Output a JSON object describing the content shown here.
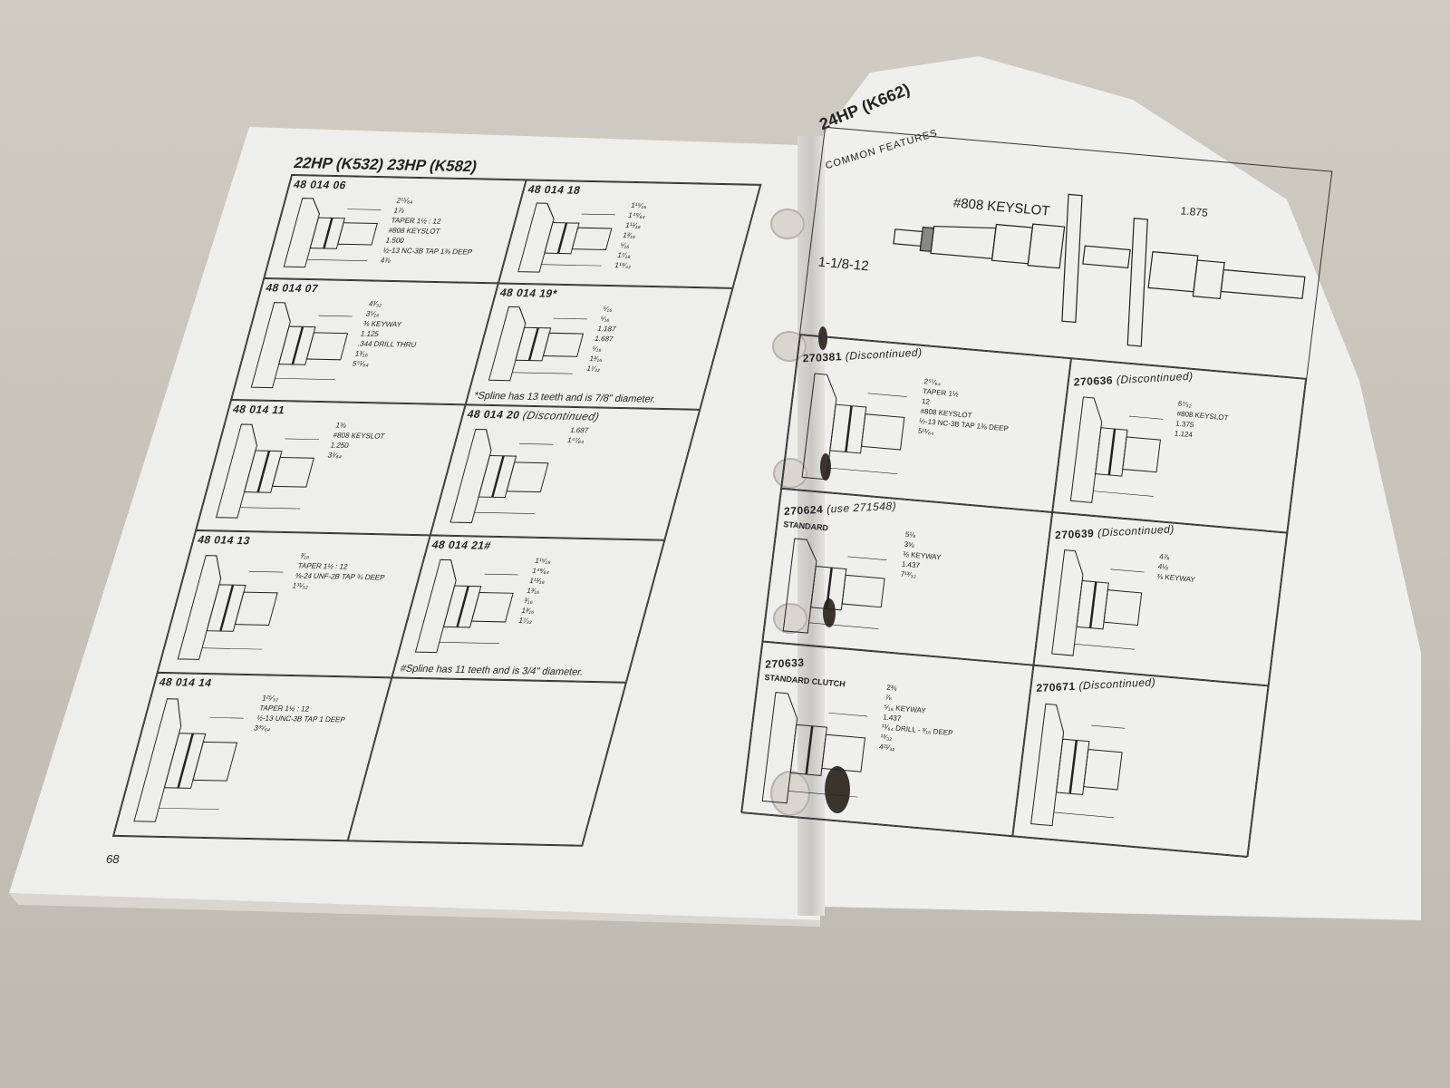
{
  "left_page": {
    "title": "22HP (K532) 23HP (K582)",
    "page_number": "68",
    "cells": [
      {
        "part": "48 014 06",
        "dims": [
          "2¹⁵⁄₆₄",
          "1⅞",
          "TAPER 1½ : 12",
          "#808 KEYSLOT",
          "1.500",
          "½-13 NC-3B TAP 1⅜ DEEP",
          "4⅞"
        ]
      },
      {
        "part": "48 014 18",
        "dims": [
          "1¹⁵⁄₁₆",
          "1⁴⁹⁄₆₄",
          "1¹¹⁄₁₆",
          "1³⁄₁₆",
          "⁵⁄₁₆",
          "1⁷⁄₁₆",
          "1¹⁹⁄₃₂"
        ]
      },
      {
        "part": "48 014 07",
        "dims": [
          "4³⁄₃₂",
          "3⁵⁄₁₆",
          "⅜ KEYWAY",
          "1.125",
          ".344 DRILL THRU",
          "1³⁄₁₆",
          "5⁵¹⁄₆₄"
        ]
      },
      {
        "part": "48 014 19*",
        "dims": [
          "⁵⁄₁₆",
          "⁵⁄₁₆",
          "1.187",
          "1.687",
          "⁵⁄₁₆",
          "1³⁄₁₆",
          "1⁷⁄₃₂"
        ],
        "note": "*Spline has 13 teeth and is 7/8\" diameter."
      },
      {
        "part": "48 014 11",
        "dims": [
          "1⅜",
          "#808 KEYSLOT",
          "1.250",
          "3⁹⁄₆₄"
        ]
      },
      {
        "part": "48 014 20",
        "status": "(Discontinued)",
        "dims": [
          "1.687",
          "1⁴⁷⁄₆₄"
        ]
      },
      {
        "part": "48 014 13",
        "dims": [
          "³⁄₁₆",
          "TAPER 1½ : 12",
          "⅜-24 UNF-2B TAP ¾ DEEP",
          "1³¹⁄₃₂"
        ]
      },
      {
        "part": "48 014 21#",
        "dims": [
          "1¹⁵⁄₁₆",
          "1⁴⁹⁄₆₄",
          "1¹¹⁄₁₆",
          "1³⁄₁₆",
          "³⁄₁₆",
          "1³⁄₁₆",
          "1⁷⁄₃₂"
        ],
        "note": "#Spline has 11 teeth and is 3/4\" diameter."
      },
      {
        "part": "48 014 14",
        "dims": [
          "1²⁵⁄₃₂",
          "TAPER 1½ : 12",
          "½-13 UNC-3B TAP 1 DEEP",
          "3³⁵⁄₆₄"
        ]
      },
      {
        "part": "",
        "dims": []
      }
    ]
  },
  "right_page": {
    "title": "24HP (K662)",
    "subtitle": "COMMON FEATURES",
    "common": {
      "thread": "1-1/8-12",
      "keyslot": "#808 KEYSLOT",
      "journal": "1.875"
    },
    "cells": [
      {
        "part": "270381",
        "status": "(Discontinued)",
        "dims": [
          "2⁵⁷⁄₆₄",
          "TAPER 1½",
          "12",
          "#808 KEYSLOT",
          "½-13 NC-3B TAP 1⅜ DEEP",
          "5¹¹⁄₆₄"
        ]
      },
      {
        "part": "270636",
        "status": "(Discontinued)",
        "dims": [
          "6⁷⁄₃₂",
          "#808 KEYSLOT",
          "1.375",
          "1.124"
        ]
      },
      {
        "part": "270624",
        "status": "(use 271548)",
        "label": "STANDARD",
        "dims": [
          "5⅛",
          "3⅝",
          "⅜ KEYWAY",
          "1.437",
          "7¹³⁄₃₂"
        ]
      },
      {
        "part": "270639",
        "status": "(Discontinued)",
        "dims": [
          "4⅞",
          "4⅛",
          "⅜ KEYWAY"
        ]
      },
      {
        "part": "270633",
        "label": "STANDARD CLUTCH",
        "dims": [
          "2⅜",
          "⅞",
          "⁵⁄₁₆ KEYWAY",
          "1.437",
          "¹³⁄₆₄ DRILL - ³⁄₁₆ DEEP",
          "¹³⁄₃₂",
          "4²¹⁄₃₂"
        ]
      },
      {
        "part": "270671",
        "status": "(Discontinued)",
        "dims": []
      }
    ]
  },
  "colors": {
    "paper": "#eeeeea",
    "ink": "#222222",
    "table": "#c6c3ba",
    "binder_hole": "#3a342c"
  }
}
